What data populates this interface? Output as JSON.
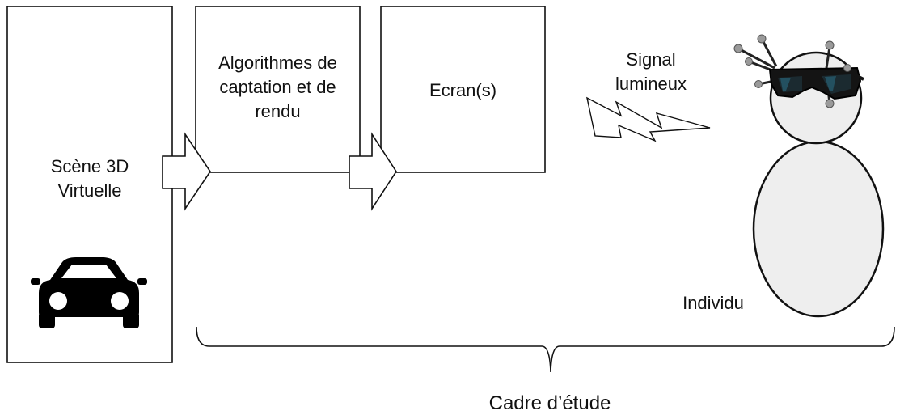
{
  "diagram": {
    "boxes": {
      "scene": {
        "line1": "Scène 3D",
        "line2": "Virtuelle",
        "icon": "car-icon"
      },
      "algorithms": {
        "line1": "Algorithmes de",
        "line2": "captation et de",
        "line3": "rendu"
      },
      "screens": {
        "label": "Ecran(s)"
      }
    },
    "signal": {
      "line1": "Signal",
      "line2": "lumineux",
      "icon": "lightning-bolt-icon"
    },
    "person": {
      "label": "Individu",
      "icon": "tracked-glasses-icon"
    },
    "brace": {
      "label": "Cadre d’étude"
    },
    "colors": {
      "stroke": "#111111",
      "fill_person": "#eeeeee",
      "fill_box": "#ffffff",
      "icon": "#000000"
    }
  }
}
